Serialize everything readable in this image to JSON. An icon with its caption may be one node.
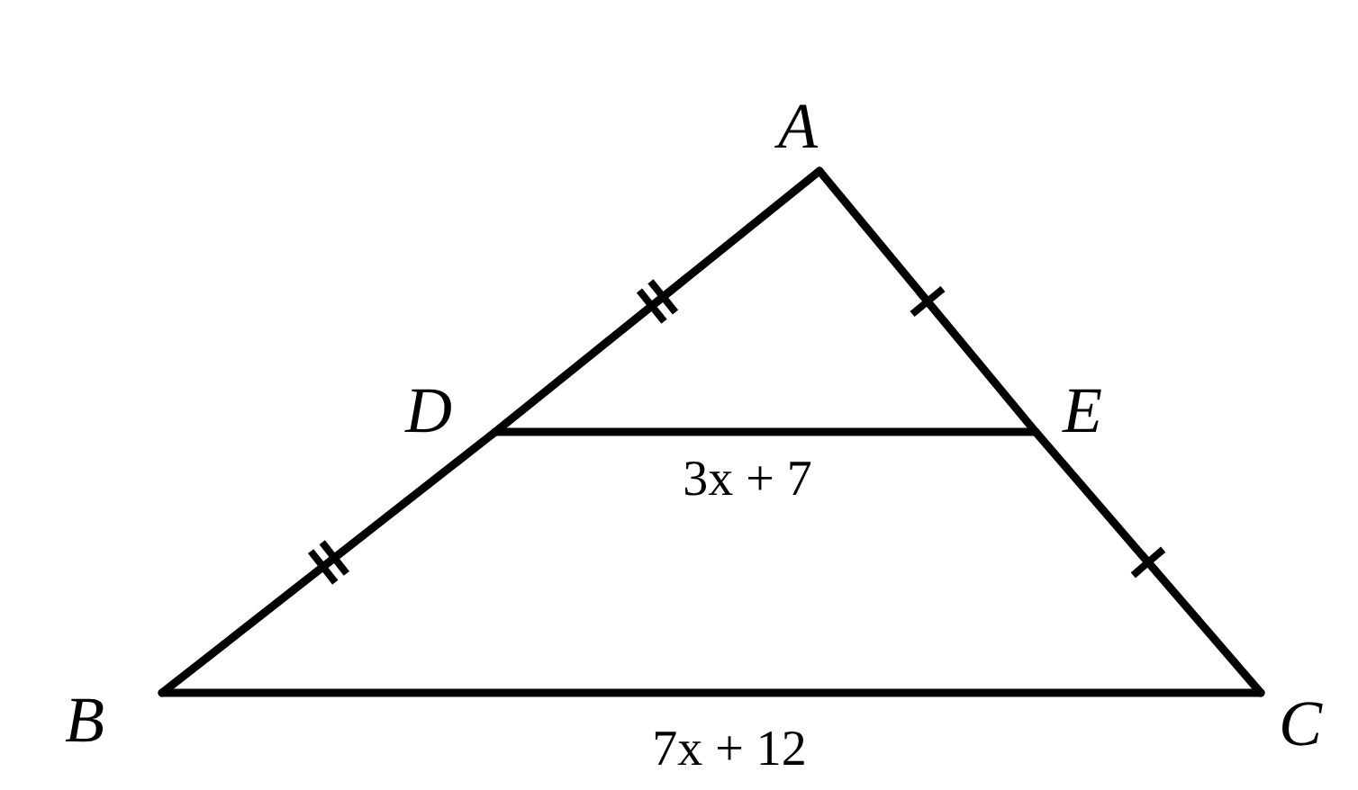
{
  "diagram": {
    "nodes": [
      {
        "text": [
          "A"
        ]
      },
      {
        "text": [
          "B"
        ]
      },
      {
        "text": [
          "C"
        ]
      },
      {
        "text": [
          "D"
        ]
      },
      {
        "text": [
          "E"
        ]
      }
    ],
    "edges": [
      {
        "from": 0,
        "to": 3,
        "arrow": "none"
      },
      {
        "from": 3,
        "to": 1,
        "arrow": "none"
      },
      {
        "from": 0,
        "to": 4,
        "arrow": "none"
      },
      {
        "from": 4,
        "to": 2,
        "arrow": "none"
      },
      {
        "from": 3,
        "to": 4,
        "arrow": "none",
        "label": "3x + 7"
      },
      {
        "from": 1,
        "to": 2,
        "arrow": "none",
        "label": "7x + 12"
      }
    ]
  }
}
